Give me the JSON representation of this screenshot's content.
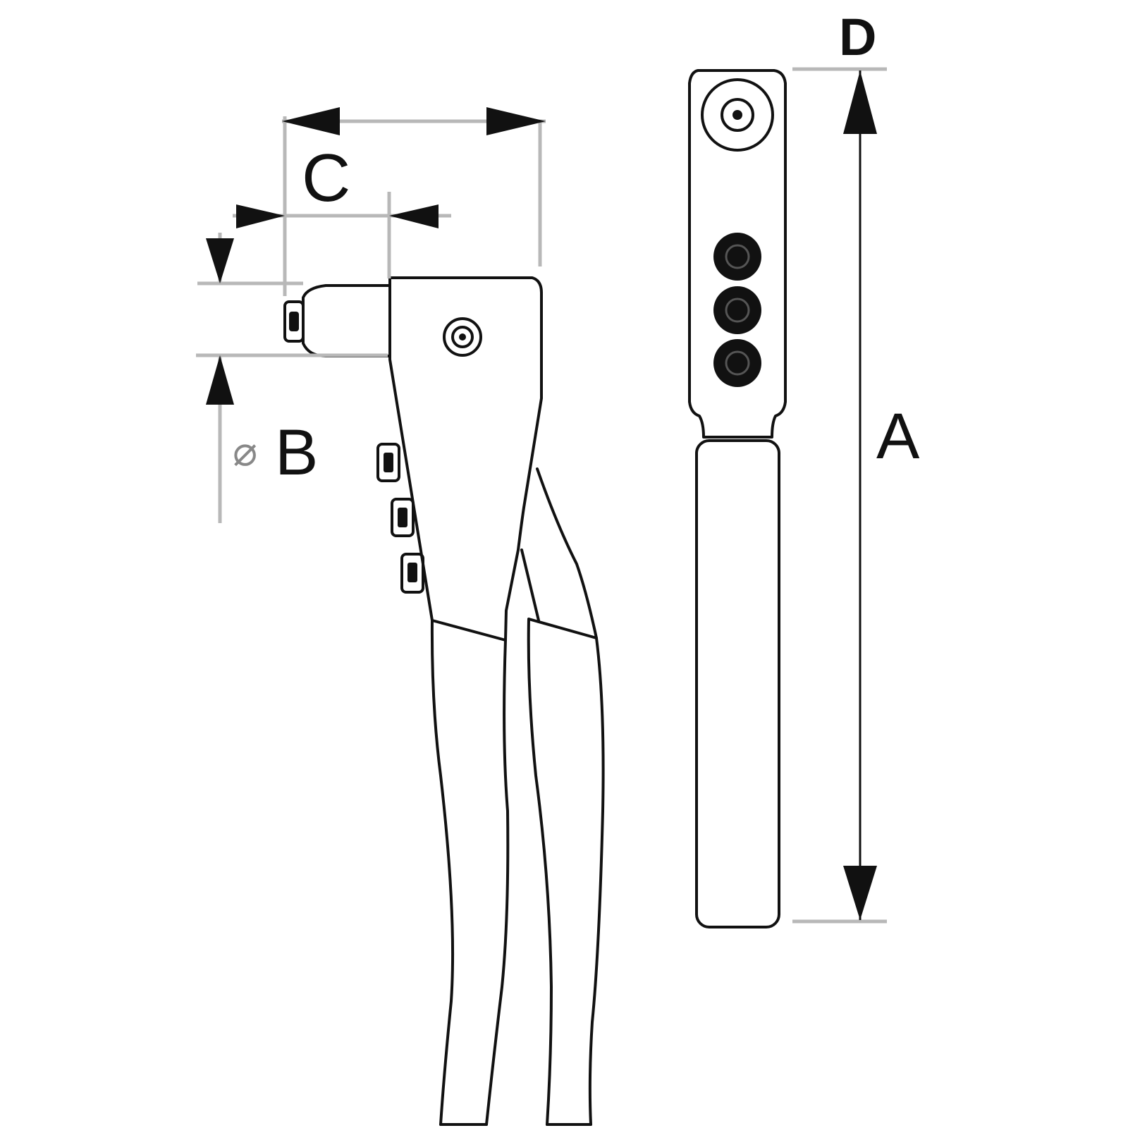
{
  "diagram": {
    "labels": {
      "a": "A",
      "b": "B",
      "b_prefix": "⌀",
      "c": "C",
      "d": "D"
    },
    "colors": {
      "outline": "#111111",
      "dimension_line": "#b8b8b8",
      "background": "#ffffff"
    },
    "parts": [
      "side-view-rivet-tool",
      "edge-view-rivet-tool"
    ]
  }
}
